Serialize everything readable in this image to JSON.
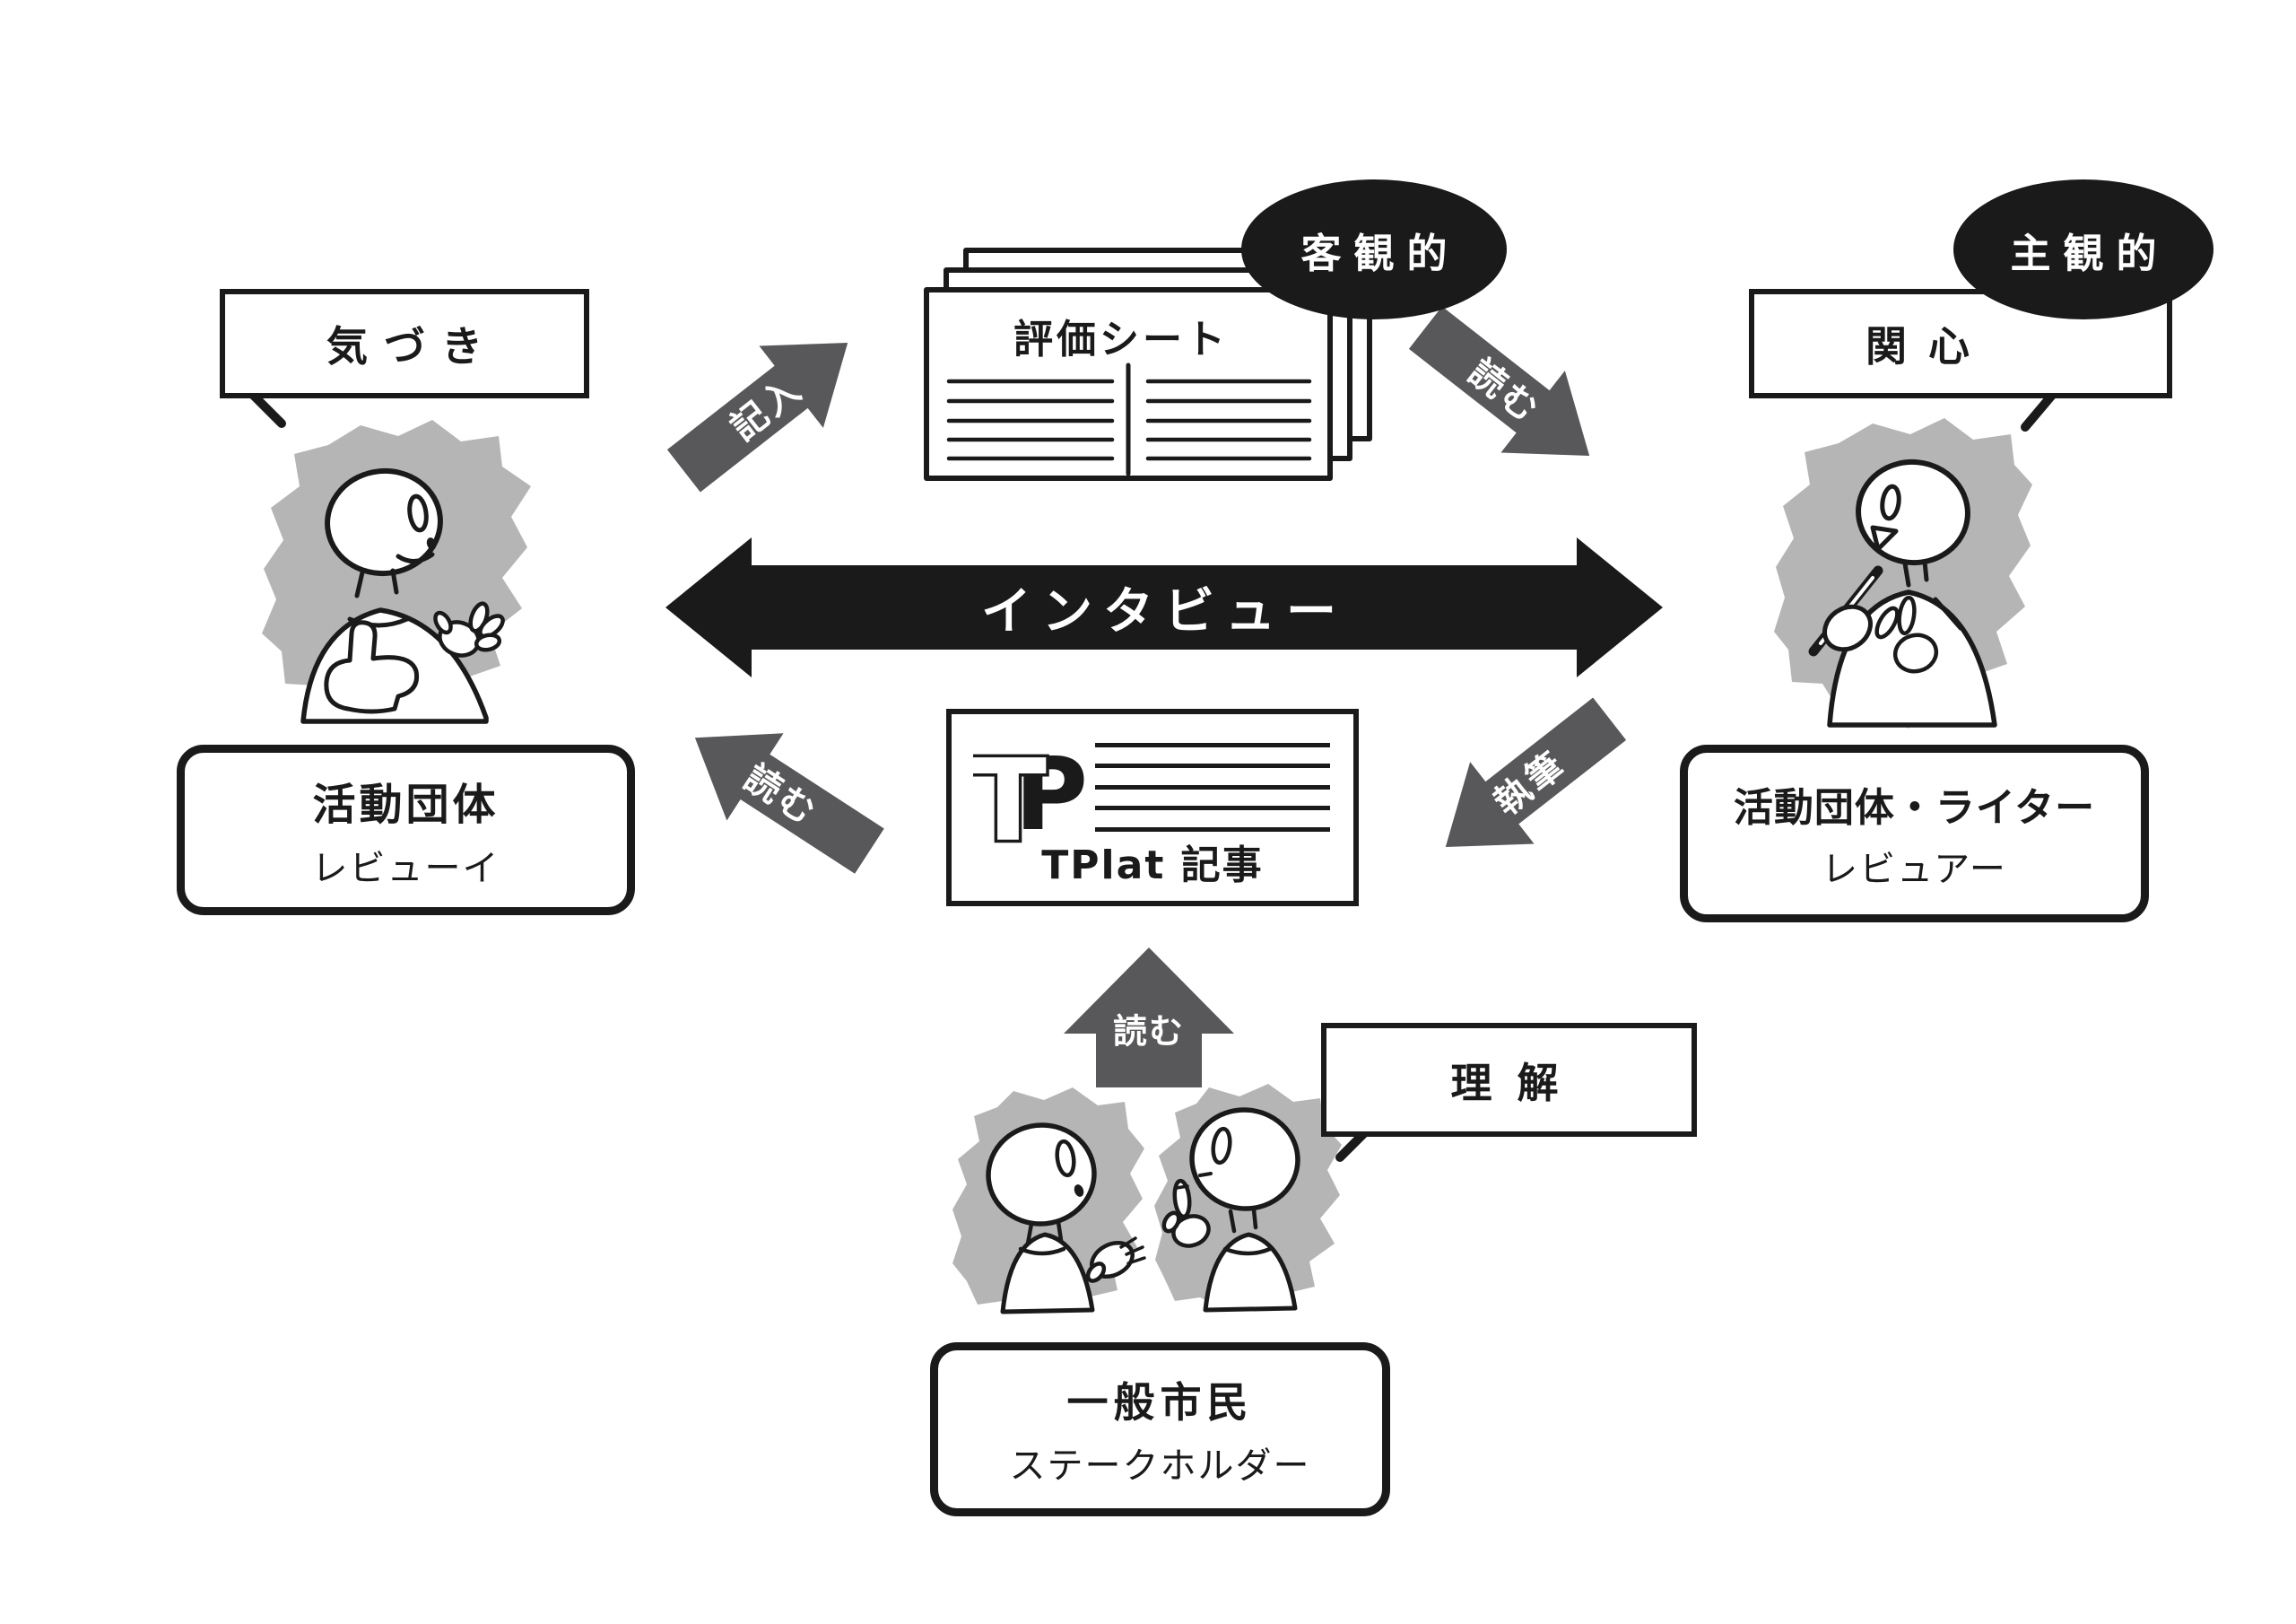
{
  "diagram": {
    "badges": {
      "objective": "客観的",
      "subjective": "主観的"
    },
    "speech": {
      "awareness": "気づき",
      "interest": "関心",
      "understanding": "理解"
    },
    "evaluation_sheet": {
      "title": "評価シート"
    },
    "tplat": {
      "logo_t": "T",
      "logo_p": "P",
      "label": "TPlat 記事"
    },
    "arrows": {
      "interview": "インタビュー",
      "fill_in": "記入",
      "read_sheet": "読む",
      "read_article": "読む",
      "write": "執筆",
      "read_up": "読む"
    },
    "actors": {
      "reviewee": {
        "title": "活動団体",
        "subtitle": "レビューイ"
      },
      "writer": {
        "title": "活動団体・ライター",
        "subtitle": "レビュアー"
      },
      "citizen": {
        "title": "一般市民",
        "subtitle": "ステークホルダー"
      }
    },
    "colors": {
      "ink": "#1a1a1a",
      "arrow_gray": "#58585a",
      "scribble_gray": "#b5b5b5",
      "background": "#ffffff"
    }
  }
}
